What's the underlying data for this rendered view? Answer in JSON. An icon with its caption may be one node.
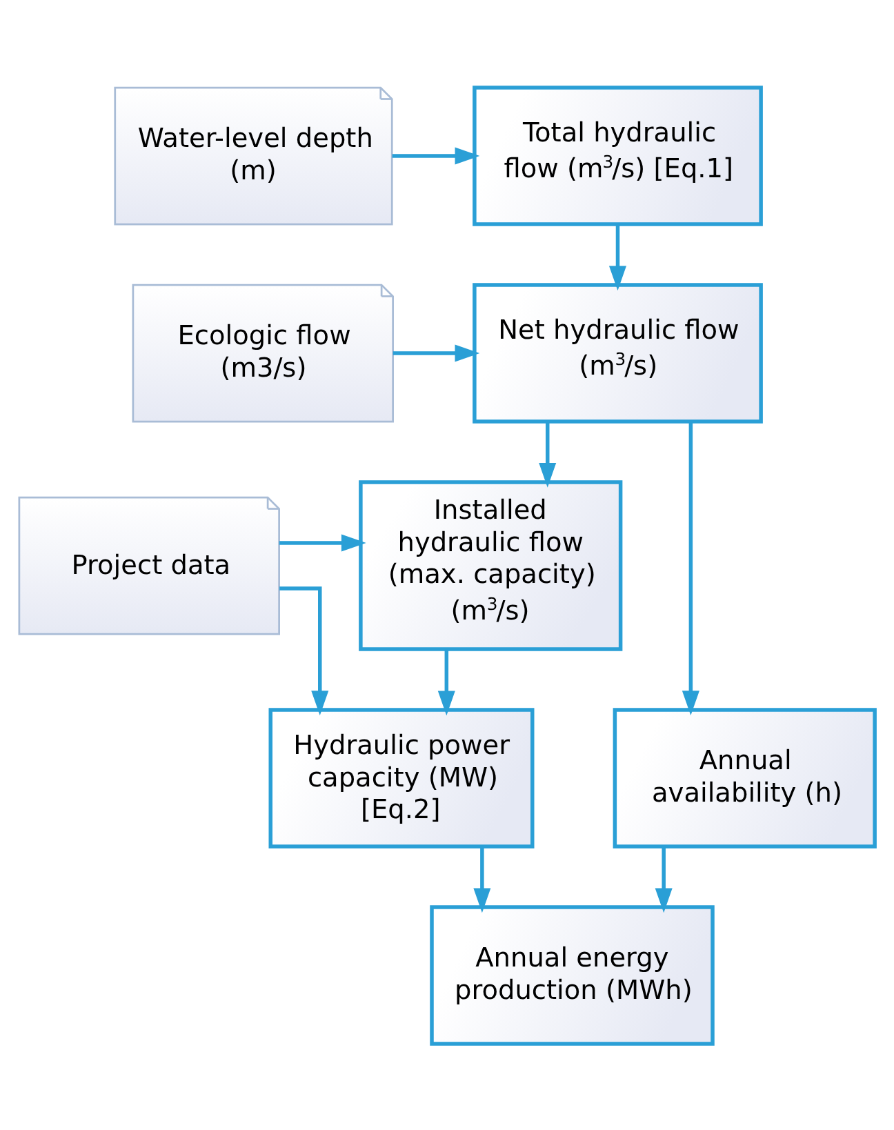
{
  "diagram": {
    "nodes": [
      {
        "text": [
          "Water-level depth (m)"
        ]
      },
      {
        "text": [
          "Total hydraulic flow (m$^{3}$/s) [Eq.1]"
        ]
      },
      {
        "text": [
          "Ecologic flow (m3/s)"
        ]
      },
      {
        "text": [
          "Net hydraulic flow (m$^{3}$/s)"
        ]
      },
      {
        "text": [
          "Installed hydraulic flow (max. capacity) (m$^{3}$/s)"
        ]
      },
      {
        "text": [
          "Project data"
        ]
      },
      {
        "text": [
          "Hydraulic power capacity (MW) [Eq.2]"
        ]
      },
      {
        "text": [
          "Annual availability (h)"
        ]
      },
      {
        "text": [
          "Annual energy production (MWh)"
        ]
      }
    ],
    "edges": [
      {
        "from": 0,
        "to": 1,
        "arrow": "to"
      },
      {
        "from": 1,
        "to": 3,
        "arrow": "to"
      },
      {
        "from": 2,
        "to": 3,
        "arrow": "to"
      },
      {
        "from": 3,
        "to": 4,
        "arrow": "to"
      },
      {
        "from": 3,
        "to": 7,
        "arrow": "to"
      },
      {
        "from": 5,
        "to": 4,
        "arrow": "to"
      },
      {
        "from": 5,
        "to": 6,
        "arrow": "to"
      },
      {
        "from": 4,
        "to": 6,
        "arrow": "to"
      },
      {
        "from": 6,
        "to": 8,
        "arrow": "to"
      },
      {
        "from": 7,
        "to": 8,
        "arrow": "to"
      }
    ]
  }
}
